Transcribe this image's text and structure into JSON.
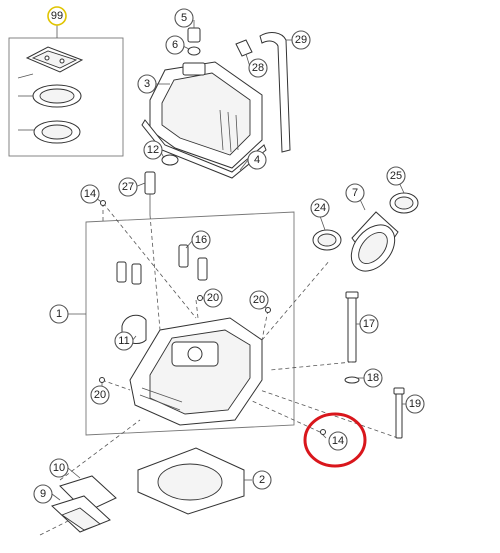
{
  "diagram": {
    "type": "exploded-parts-diagram",
    "highlight_color": "#d9161c",
    "highlighted_callout": "14",
    "callouts": [
      {
        "id": "c99",
        "label": "99"
      },
      {
        "id": "c5",
        "label": "5"
      },
      {
        "id": "c6",
        "label": "6"
      },
      {
        "id": "c29",
        "label": "29"
      },
      {
        "id": "c3",
        "label": "3"
      },
      {
        "id": "c28",
        "label": "28"
      },
      {
        "id": "c12",
        "label": "12"
      },
      {
        "id": "c4",
        "label": "4"
      },
      {
        "id": "c14a",
        "label": "14"
      },
      {
        "id": "c27",
        "label": "27"
      },
      {
        "id": "c25",
        "label": "25"
      },
      {
        "id": "c7",
        "label": "7"
      },
      {
        "id": "c24",
        "label": "24"
      },
      {
        "id": "c16",
        "label": "16"
      },
      {
        "id": "c1",
        "label": "1"
      },
      {
        "id": "c20a",
        "label": "20"
      },
      {
        "id": "c20b",
        "label": "20"
      },
      {
        "id": "c17",
        "label": "17"
      },
      {
        "id": "c11",
        "label": "11"
      },
      {
        "id": "c18",
        "label": "18"
      },
      {
        "id": "c20c",
        "label": "20"
      },
      {
        "id": "c19",
        "label": "19"
      },
      {
        "id": "c14b",
        "label": "14"
      },
      {
        "id": "c10",
        "label": "10"
      },
      {
        "id": "c2",
        "label": "2"
      },
      {
        "id": "c9",
        "label": "9"
      }
    ]
  }
}
